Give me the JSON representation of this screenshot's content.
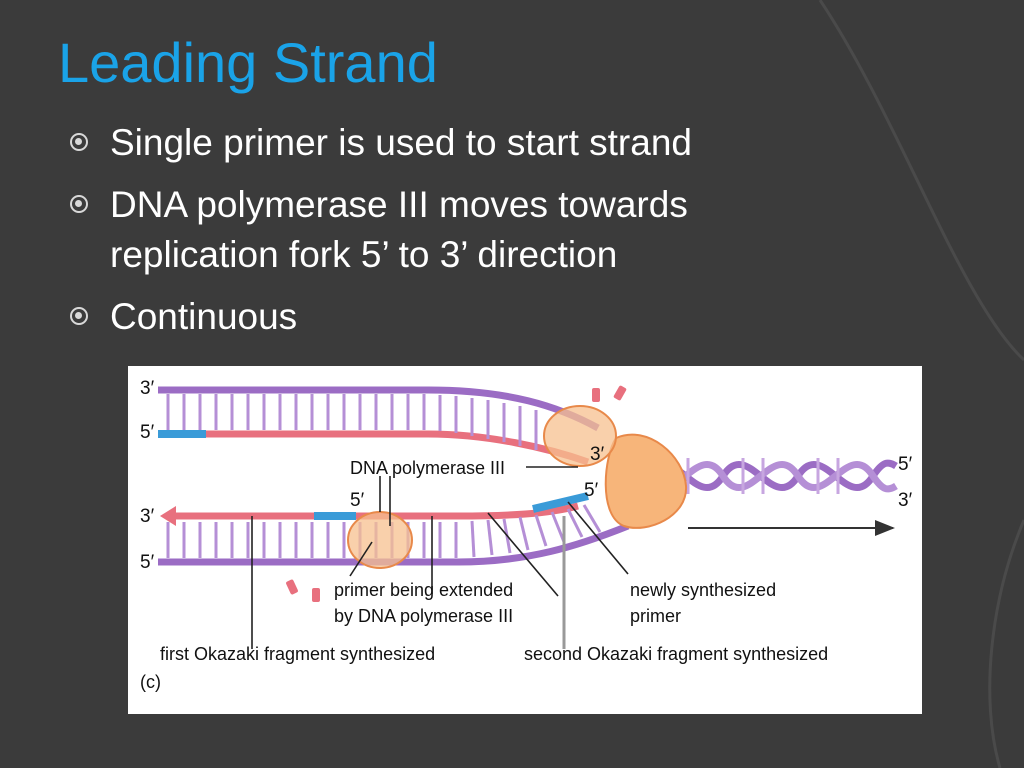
{
  "slide": {
    "title": "Leading Strand",
    "bullets": [
      "Single primer is used to start strand",
      "DNA polymerase III moves towards replication fork 5’ to 3’ direction",
      "Continuous"
    ]
  },
  "diagram": {
    "strand_ends": {
      "top_left_3": "3′",
      "top_left_5": "5′",
      "bottom_left_3": "3′",
      "bottom_left_5": "5′",
      "right_5": "5′",
      "right_3": "3′",
      "lower_primer_5": "5′",
      "newly_primer_5": "5′",
      "fork_3": "3′"
    },
    "labels": {
      "dna_polymerase": "DNA polymerase III",
      "primer_extended_line1": "primer being extended",
      "primer_extended_line2": "by DNA polymerase III",
      "newly_primer_line1": "newly synthesized",
      "newly_primer_line2": "primer",
      "first_okazaki": "first Okazaki fragment synthesized",
      "second_okazaki": "second Okazaki fragment synthesized",
      "panel": "(c)"
    },
    "colors": {
      "parental_strand": "#9b6cc4",
      "new_strand": "#e8707e",
      "primer": "#3a9bd8",
      "polymerase": "#f4a35e",
      "arrow": "#333333"
    }
  }
}
